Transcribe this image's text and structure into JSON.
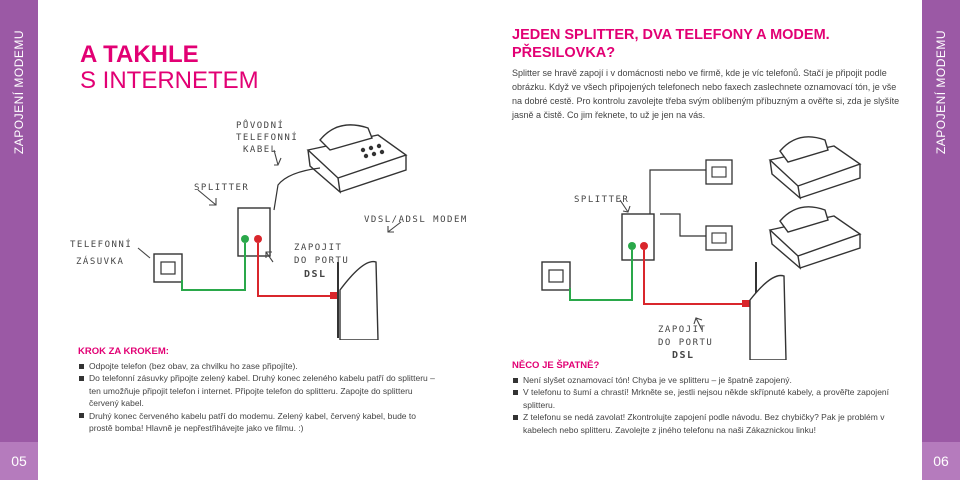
{
  "left_bar": {
    "label": "ZAPOJENÍ MODEMU",
    "page": "05"
  },
  "right_bar": {
    "label": "ZAPOJENÍ MODEMU",
    "page": "06"
  },
  "left_page": {
    "title_line1": "A TAKHLE",
    "title_line2": "S INTERNETEM",
    "labels": {
      "orig_cable_1": "PŮVODNÍ",
      "orig_cable_2": "TELEFONNÍ",
      "orig_cable_3": "KABEL",
      "splitter": "SPLITTER",
      "socket_1": "TELEFONNÍ",
      "socket_2": "ZÁSUVKA",
      "port_1": "ZAPOJIT",
      "port_2": "DO PORTU",
      "port_3": "DSL",
      "modem": "VDSL/ADSL MODEM"
    },
    "steps_title": "KROK ZA KROKEM:",
    "steps": [
      "Odpojte telefon (bez obav, za chvilku ho zase připojíte).",
      "Do telefonní zásuvky připojte zelený kabel. Druhý konec zeleného kabelu patří do splitteru – ten umožňuje připojit telefon i internet. Připojte telefon do splitteru. Zapojte do splitteru červený kabel.",
      "Druhý konec červeného kabelu patří do modemu. Zelený kabel, červený kabel, bude to prostě bomba! Hlavně je nepřestřihávejte jako ve filmu. :)"
    ]
  },
  "right_page": {
    "title_line1": "JEDEN SPLITTER, DVA TELEFONY A MODEM.",
    "title_line2": "PŘESILOVKA?",
    "intro": "Splitter se hravě zapojí i v domácnosti nebo ve firmě, kde je víc telefonů. Stačí je připojit podle obrázku. Když ve všech připojených telefonech nebo faxech zaslechnete oznamovací tón, je vše na dobré cestě. Pro kontrolu zavolejte třeba svým oblíbeným příbuzným a ověřte si, zda je slyšíte jasně a čistě. Co jim řeknete, to už je jen na vás.",
    "labels": {
      "splitter": "SPLITTER",
      "port_1": "ZAPOJIT",
      "port_2": "DO PORTU",
      "port_3": "DSL"
    },
    "trouble_title": "NĚCO JE ŠPATNĚ?",
    "trouble": [
      "Není slyšet oznamovací tón! Chyba je ve splitteru – je špatně zapojený.",
      "V telefonu to šumí a chrastí! Mrkněte se, jestli nejsou někde skřípnuté kabely, a prověřte zapojení splitteru.",
      "Z telefonu se nedá zavolat! Zkontrolujte zapojení podle návodu. Bez chybičky? Pak je problém v kabelech nebo splitteru. Zavolejte z jiného telefonu na naši Zákaznickou linku!"
    ]
  },
  "colors": {
    "magenta": "#e20074",
    "purple": "#9b59a5",
    "green": "#2aa84a",
    "red": "#d9262c"
  }
}
